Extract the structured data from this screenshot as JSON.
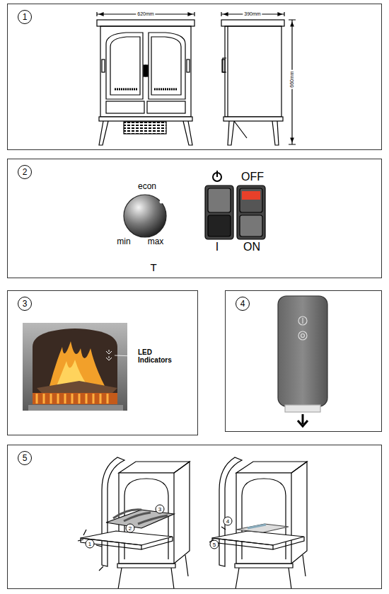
{
  "diagram": {
    "nodes": [
      {
        "text": [
          "1"
        ]
      },
      {
        "text": [
          "2"
        ]
      },
      {
        "text": [
          "3"
        ]
      },
      {
        "text": [
          "4"
        ]
      },
      {
        "text": [
          "5"
        ]
      }
    ],
    "labels": [
      "620mm",
      "390mm",
      "660mm",
      "econ",
      "min",
      "max",
      "T",
      "OFF",
      "ON",
      "I",
      "LED Indicators",
      "1",
      "2",
      "3",
      "4",
      "5"
    ]
  }
}
